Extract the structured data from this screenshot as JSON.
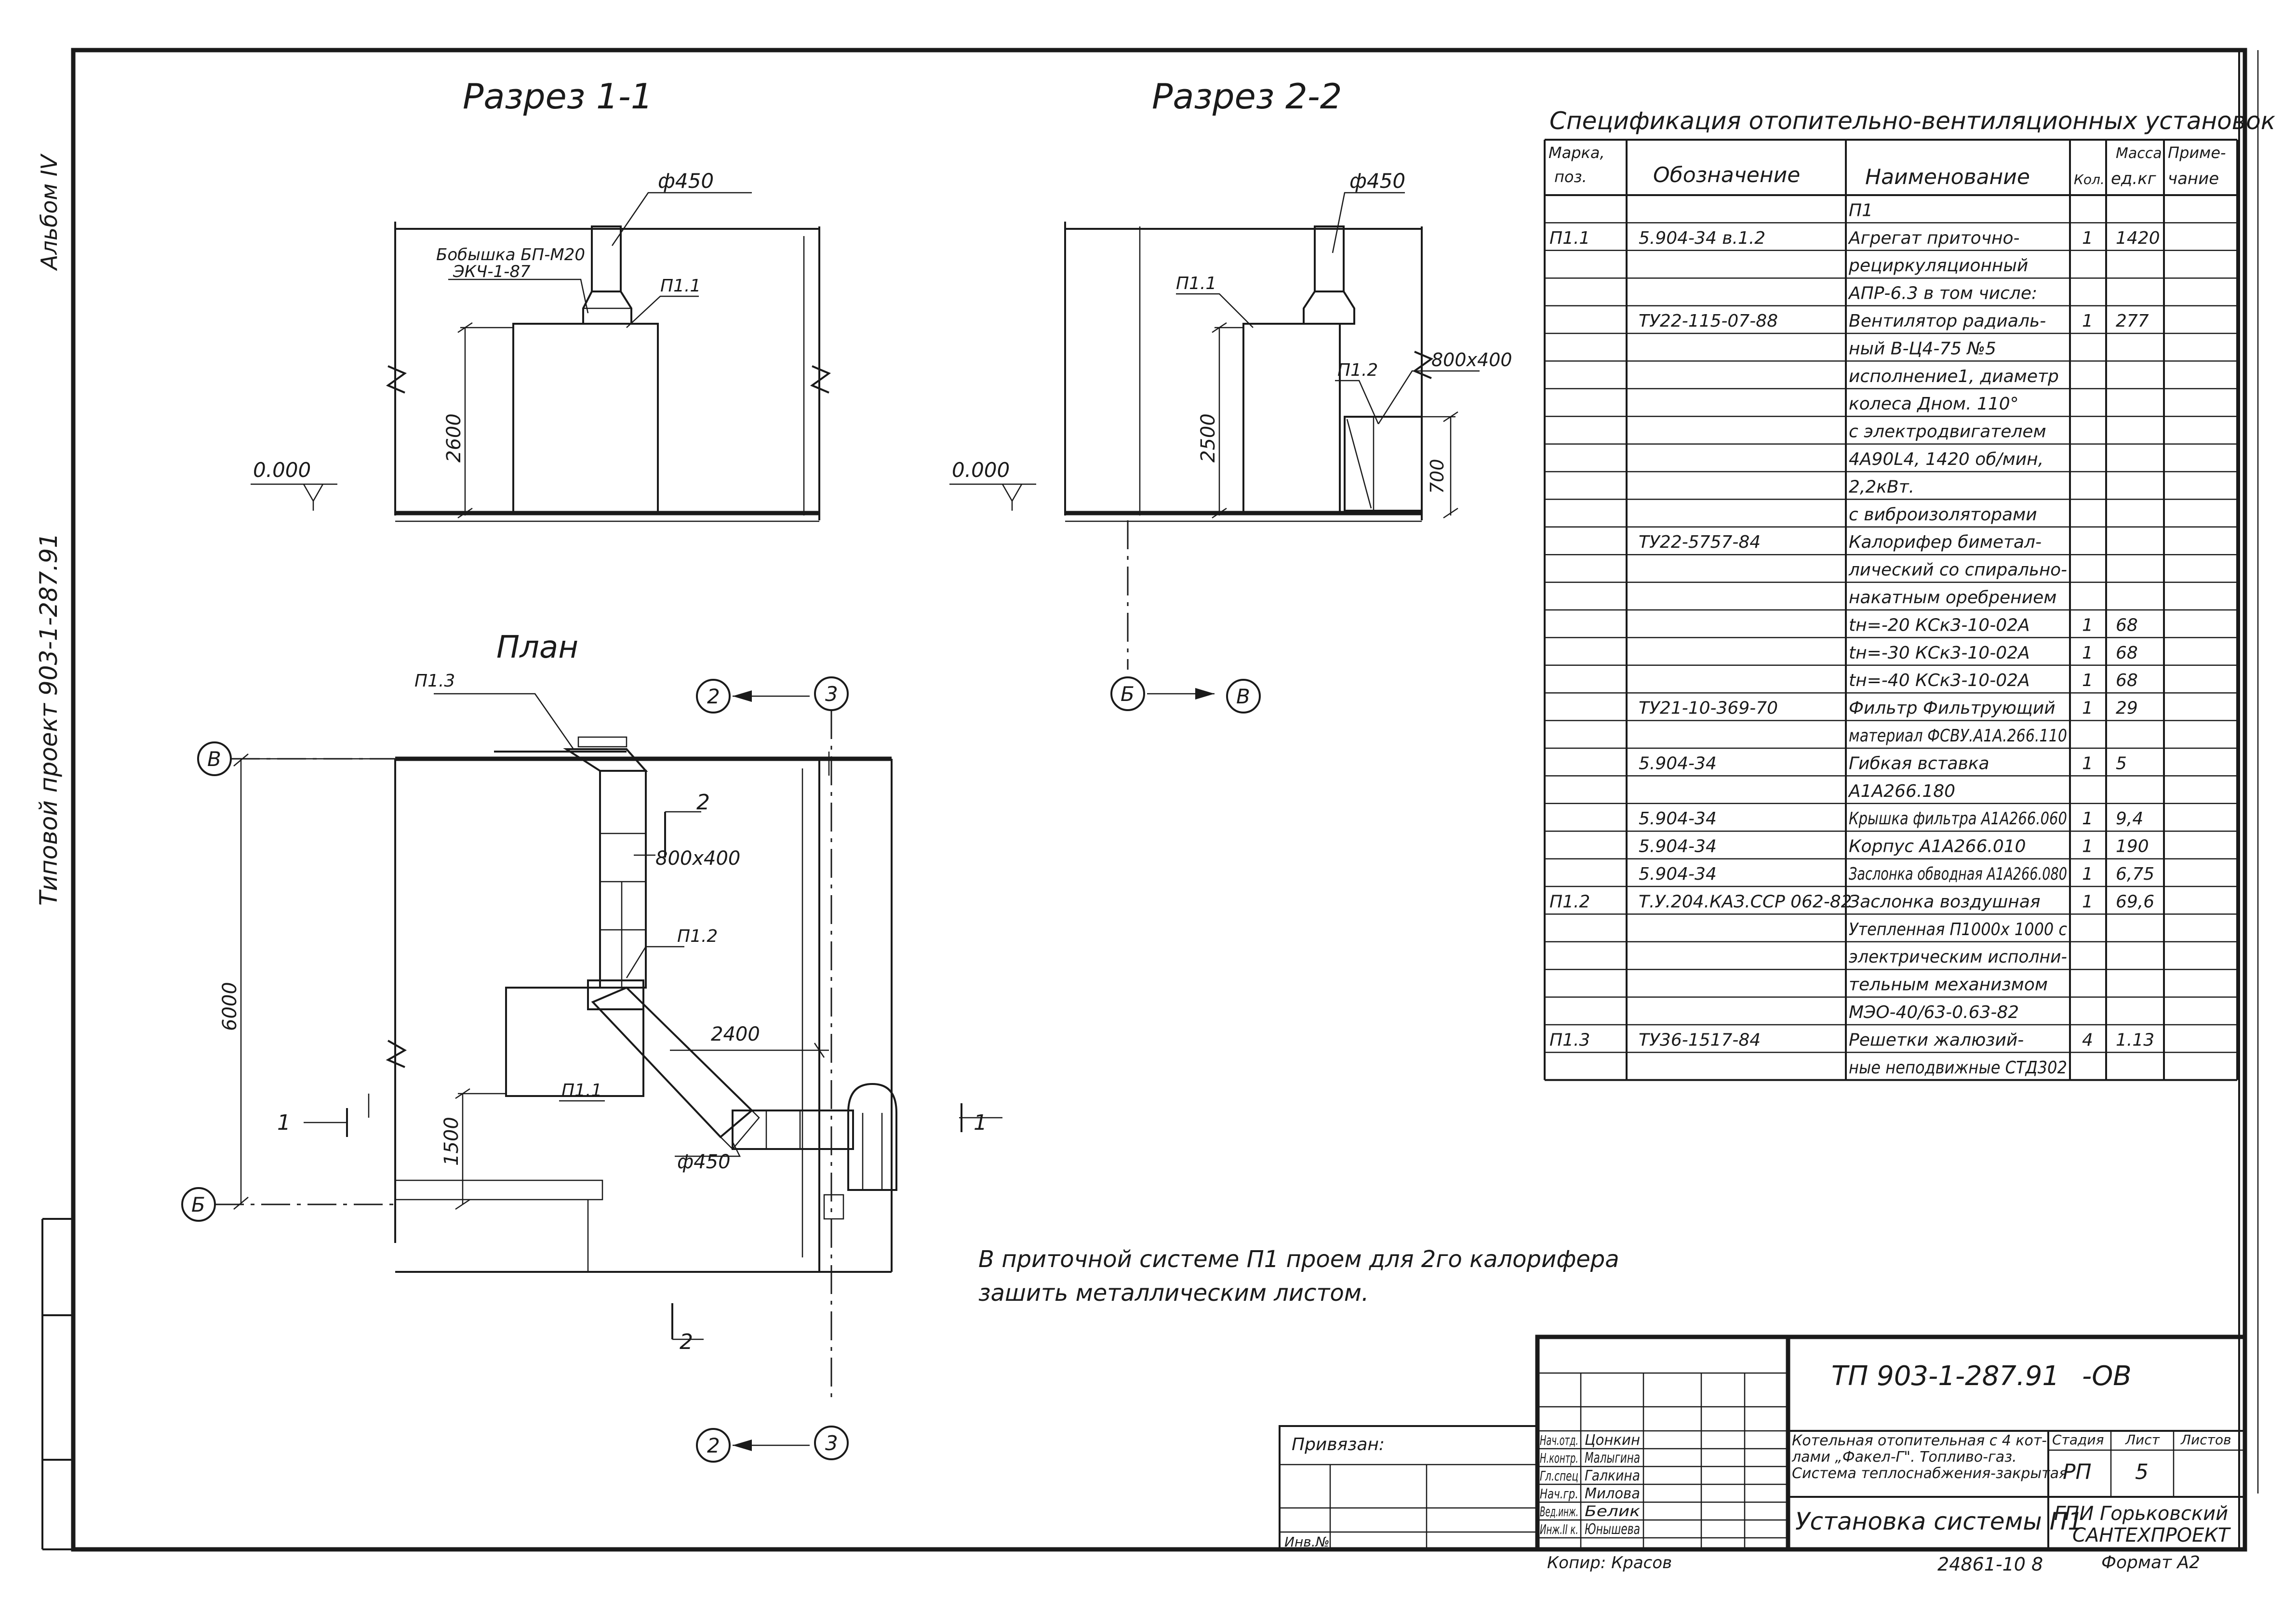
{
  "margin_notes": {
    "album": "Альбом IV",
    "project": "Типовой проект 903-1-287.91"
  },
  "sections": {
    "s11": {
      "title": "Разрез 1-1",
      "diam": "ф450",
      "boss": "Бобышка БП-М20",
      "boss_ref": "ЭКЧ-1-87",
      "unit": "П1.1",
      "height": "2600",
      "level": "0.000"
    },
    "s22": {
      "title": "Разрез 2-2",
      "diam": "ф450",
      "unit": "П1.1",
      "valve": "П1.2",
      "duct": "800х400",
      "height": "2500",
      "sub_height": "700",
      "level": "0.000"
    }
  },
  "plan": {
    "title": "План",
    "grille": "П1.3",
    "duct": "800х400",
    "valve": "П1.2",
    "unit": "П1.1",
    "length": "2400",
    "height": "6000",
    "offset": "1500",
    "diam": "ф450",
    "cut_1": "1",
    "cut_2": "2"
  },
  "axes": {
    "a2": "2",
    "a3": "3",
    "ab": "Б",
    "av": "В"
  },
  "note": {
    "line1": "В приточной системе П1 проем для 2го калорифера",
    "line2": "зашить металлическим листом."
  },
  "spec": {
    "title": "Спецификация отопительно-вентиляционных установок",
    "headers": {
      "mark": "Марка, поз.",
      "mark1": "Марка,",
      "mark2": "поз.",
      "designation": "Обозначение",
      "name": "Наименование",
      "qty": "Кол.",
      "mass1": "Масса",
      "mass2": "ед.кг",
      "note1": "Приме-",
      "note2": "чание"
    },
    "rows": [
      {
        "mark": "",
        "des": "",
        "name": "П1",
        "qty": "",
        "mass": ""
      },
      {
        "mark": "П1.1",
        "des": "5.904-34 в.1.2",
        "name": "Агрегат приточно-",
        "qty": "1",
        "mass": "1420"
      },
      {
        "mark": "",
        "des": "",
        "name": "рециркуляционный",
        "qty": "",
        "mass": ""
      },
      {
        "mark": "",
        "des": "",
        "name": "АПР-6.3 в том числе:",
        "qty": "",
        "mass": ""
      },
      {
        "mark": "",
        "des": "ТУ22-115-07-88",
        "name": "Вентилятор радиаль-",
        "qty": "1",
        "mass": "277"
      },
      {
        "mark": "",
        "des": "",
        "name": "ный В-Ц4-75 №5",
        "qty": "",
        "mass": ""
      },
      {
        "mark": "",
        "des": "",
        "name": "исполнение1, диаметр",
        "qty": "",
        "mass": ""
      },
      {
        "mark": "",
        "des": "",
        "name": "колеса Дном. 110°",
        "qty": "",
        "mass": ""
      },
      {
        "mark": "",
        "des": "",
        "name": "с электродвигателем",
        "qty": "",
        "mass": ""
      },
      {
        "mark": "",
        "des": "",
        "name": "4А90L4, 1420 об/мин,",
        "qty": "",
        "mass": ""
      },
      {
        "mark": "",
        "des": "",
        "name": "2,2кВт.",
        "qty": "",
        "mass": ""
      },
      {
        "mark": "",
        "des": "",
        "name": "с виброизоляторами",
        "qty": "",
        "mass": ""
      },
      {
        "mark": "",
        "des": "ТУ22-5757-84",
        "name": "Калорифер биметал-",
        "qty": "",
        "mass": ""
      },
      {
        "mark": "",
        "des": "",
        "name": "лический со спирально-",
        "qty": "",
        "mass": ""
      },
      {
        "mark": "",
        "des": "",
        "name": "накатным оребрением",
        "qty": "",
        "mass": ""
      },
      {
        "mark": "",
        "des": "",
        "name": "tн=-20  КСк3-10-02А",
        "qty": "1",
        "mass": "68"
      },
      {
        "mark": "",
        "des": "",
        "name": "tн=-30  КСк3-10-02А",
        "qty": "1",
        "mass": "68"
      },
      {
        "mark": "",
        "des": "",
        "name": "tн=-40  КСк3-10-02А",
        "qty": "1",
        "mass": "68"
      },
      {
        "mark": "",
        "des": "ТУ21-10-369-70",
        "name": "Фильтр Фильтрующий",
        "qty": "1",
        "mass": "29"
      },
      {
        "mark": "",
        "des": "",
        "name": "материал ФСВУ.А1А.266.110",
        "qty": "",
        "mass": ""
      },
      {
        "mark": "",
        "des": "5.904-34",
        "name": "Гибкая вставка",
        "qty": "1",
        "mass": "5"
      },
      {
        "mark": "",
        "des": "",
        "name": "А1А266.180",
        "qty": "",
        "mass": ""
      },
      {
        "mark": "",
        "des": "5.904-34",
        "name": "Крышка фильтра А1А266.060",
        "qty": "1",
        "mass": "9,4"
      },
      {
        "mark": "",
        "des": "5.904-34",
        "name": "Корпус А1А266.010",
        "qty": "1",
        "mass": "190"
      },
      {
        "mark": "",
        "des": "5.904-34",
        "name": "Заслонка обводная А1А266.080",
        "qty": "1",
        "mass": "6,75"
      },
      {
        "mark": "П1.2",
        "des": "Т.У.204.КАЗ.ССР 062-82",
        "name": "Заслонка воздушная",
        "qty": "1",
        "mass": "69,6"
      },
      {
        "mark": "",
        "des": "",
        "name": "Утепленная П1000х 1000 с",
        "qty": "",
        "mass": ""
      },
      {
        "mark": "",
        "des": "",
        "name": "электрическим исполни-",
        "qty": "",
        "mass": ""
      },
      {
        "mark": "",
        "des": "",
        "name": "тельным механизмом",
        "qty": "",
        "mass": ""
      },
      {
        "mark": "",
        "des": "",
        "name": "МЭО-40/63-0.63-82",
        "qty": "",
        "mass": ""
      },
      {
        "mark": "П1.3",
        "des": "ТУ36-1517-84",
        "name": "Решетки жалюзий-",
        "qty": "4",
        "mass": "1.13"
      },
      {
        "mark": "",
        "des": "",
        "name": "ные неподвижные СТД302",
        "qty": "",
        "mass": ""
      }
    ]
  },
  "stamp": {
    "code": "ТП 903-1-287.91",
    "suffix": "-ОВ",
    "desc1": "Котельная отопительная с 4 кот-",
    "desc2": "лами „Факел-Г\". Топливо-газ.",
    "desc3": "Система теплоснабжения-закрытая",
    "sheet_title": "Установка системы П1",
    "stage_h": "Стадия",
    "sheet_h": "Лист",
    "sheets_h": "Листов",
    "stage": "РП",
    "sheet": "5",
    "org1": "ГПИ Горьковский",
    "org2": "САНТЕХПРОЕКТ",
    "privyazan": "Привязан:",
    "inv": "Инв.№",
    "copied": "Копир: Красов",
    "number": "24861-10 8",
    "format": "Формат А2",
    "staff": [
      {
        "role": "Нач.отд.",
        "name": "Цонкин"
      },
      {
        "role": "Н.контр.",
        "name": "Малыгина"
      },
      {
        "role": "Гл.спец",
        "name": "Галкина"
      },
      {
        "role": "Нач.гр.",
        "name": "Милова"
      },
      {
        "role": "Вед.инж.",
        "name": "Белик"
      },
      {
        "role": "Инж.II к.",
        "name": "Юнышева"
      }
    ]
  }
}
